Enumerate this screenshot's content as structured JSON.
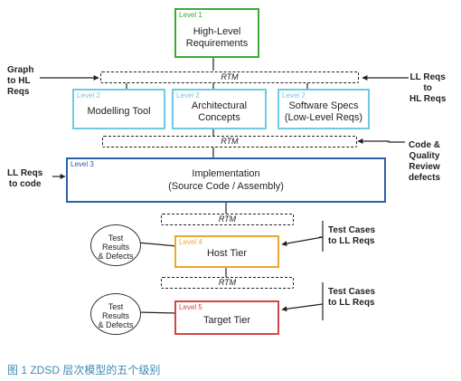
{
  "boxes": {
    "hl": {
      "level": "Level 1",
      "line1": "High-Level",
      "line2": "Requirements",
      "color": "#3aaa35"
    },
    "modelling": {
      "level": "Level 2",
      "line1": "Modelling Tool",
      "color": "#6ccbe0"
    },
    "architecture": {
      "level": "Level 2",
      "line1": "Architectural",
      "line2": "Concepts",
      "color": "#6ccbe0"
    },
    "software": {
      "level": "Level 2",
      "line1": "Software Specs",
      "line2": "(Low-Level Reqs)",
      "color": "#6ccbe0"
    },
    "implementation": {
      "level": "Level 3",
      "line1": "Implementation",
      "line2": "(Source Code / Assembly)",
      "color": "#2e5fa8"
    },
    "host": {
      "level": "Level 4",
      "line1": "Host Tier",
      "color": "#e9a92a"
    },
    "target": {
      "level": "Level 5",
      "line1": "Target Tier",
      "color": "#d64545"
    }
  },
  "rtm": {
    "label": "RTM"
  },
  "side_labels": {
    "graph": {
      "l1": "Graph",
      "l2": "to HL",
      "l3": "Reqs"
    },
    "llhl": {
      "l1": "LL Reqs",
      "l2": "to",
      "l3": "HL Reqs"
    },
    "code_review": {
      "l1": "Code &",
      "l2": "Quality",
      "l3": "Review",
      "l4": "defects"
    },
    "ll_code": {
      "l1": "LL Reqs",
      "l2": "to code"
    },
    "test1": {
      "l1": "Test Cases",
      "l2": "to LL Reqs"
    },
    "test2": {
      "l1": "Test Cases",
      "l2": "to LL Reqs"
    }
  },
  "results": {
    "host": {
      "l1": "Test",
      "l2": "Results",
      "l3": "& Defects"
    },
    "target": {
      "l1": "Test",
      "l2": "Results",
      "l3": "& Defects"
    }
  },
  "caption": "图 1  ZDSD 层次模型的五个级别"
}
